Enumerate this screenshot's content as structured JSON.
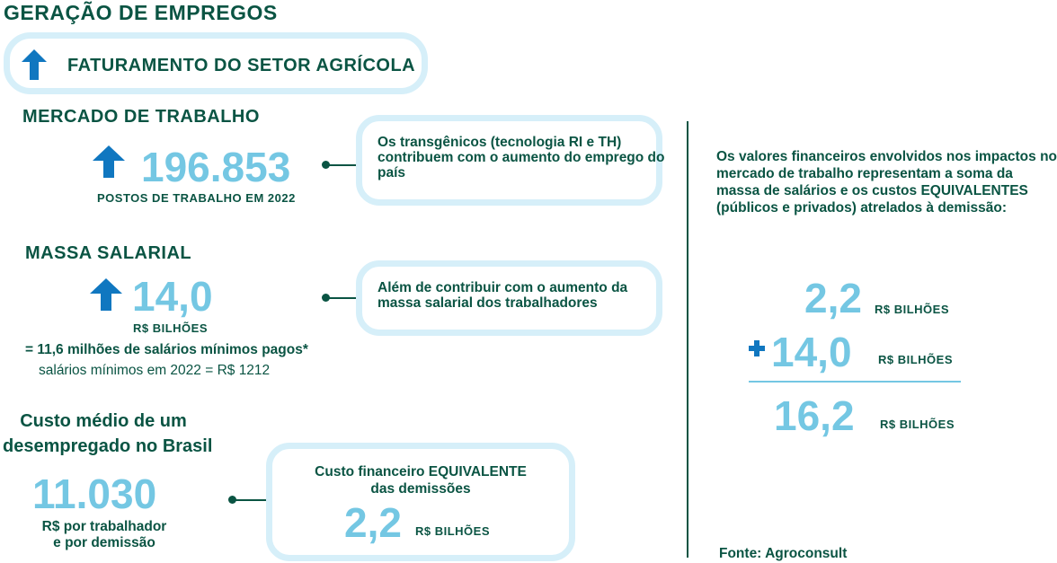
{
  "title": "GERAÇÃO DE EMPREGOS",
  "faturamento": {
    "label": "FATURAMENTO DO SETOR AGRÍCOLA",
    "icon": "arrow-up-icon"
  },
  "mercado": {
    "heading": "MERCADO DE TRABALHO",
    "value": "196.853",
    "unit": "POSTOS DE TRABALHO EM 2022",
    "note": "Os transgênicos (tecnologia RI e TH) contribuem com o aumento do emprego do país"
  },
  "massa": {
    "heading": "MASSA SALARIAL",
    "value": "14,0",
    "unit": "R$ BILHÕES",
    "equivalence": "= 11,6 milhões de salários mínimos pagos*",
    "footnote": "salários mínimos em 2022 = R$ 1212",
    "note": "Além de contribuir com o aumento da massa salarial dos trabalhadores"
  },
  "custo": {
    "heading_line1": "Custo médio de um",
    "heading_line2": "desempregado no Brasil",
    "value": "11.030",
    "unit_line1": "R$ por trabalhador",
    "unit_line2": "e por demissão",
    "box_line1": "Custo financeiro EQUIVALENTE",
    "box_line2": "das demissões",
    "box_value": "2,2",
    "box_unit": "R$ BILHÕES"
  },
  "summary": {
    "text": "Os valores financeiros envolvidos nos impactos no mercado de trabalho representam a soma da massa de salários e os custos EQUIVALENTES (públicos e privados) atrelados à demissão:",
    "rows": [
      {
        "value": "2,2",
        "unit": "R$ BILHÕES"
      },
      {
        "value": "14,0",
        "unit": "R$ BILHÕES"
      },
      {
        "value": "16,2",
        "unit": "R$ BILHÕES"
      }
    ],
    "source": "Fonte: Agroconsult"
  },
  "colors": {
    "dark_green": "#0a5443",
    "light_blue": "#74c7e3",
    "arrow_blue": "#1077c0",
    "box_border": "#d6eff9"
  }
}
